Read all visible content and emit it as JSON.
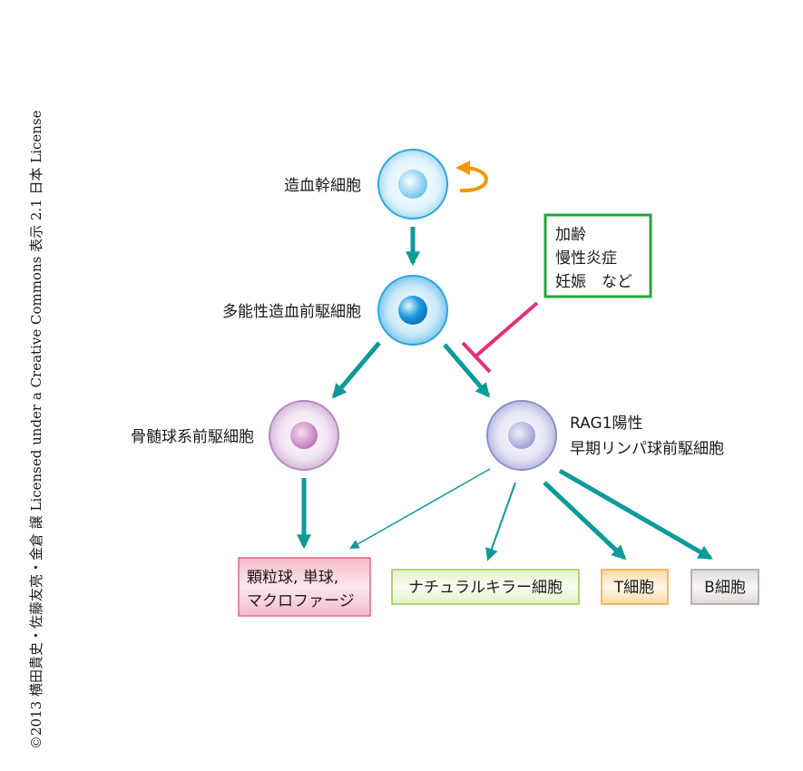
{
  "copyright": "©2013 横田貴史・佐藤友亮・金倉 譲 Licensed under a Creative Commons 表示 2.1 日本 License",
  "cells": {
    "hsc": "造血幹細胞",
    "mpp": "多能性造血前駆細胞",
    "cmp": "骨髄球系前駆細胞",
    "elp_line1": "RAG1陽性",
    "elp_line2": "早期リンパ球前駆細胞"
  },
  "factors": {
    "line1": "加齢",
    "line2": "慢性炎症",
    "line3": "妊娠　など"
  },
  "outputs": {
    "myeloid_line1": "顆粒球, 単球,",
    "myeloid_line2": "マクロファージ",
    "nk": "ナチュラルキラー細胞",
    "t": "T細胞",
    "b": "B細胞"
  },
  "colors": {
    "arrow": "#0e9a9a",
    "self_renew": "#f39800",
    "inhibit": "#e4307a",
    "factor_border": "#22a83a"
  }
}
